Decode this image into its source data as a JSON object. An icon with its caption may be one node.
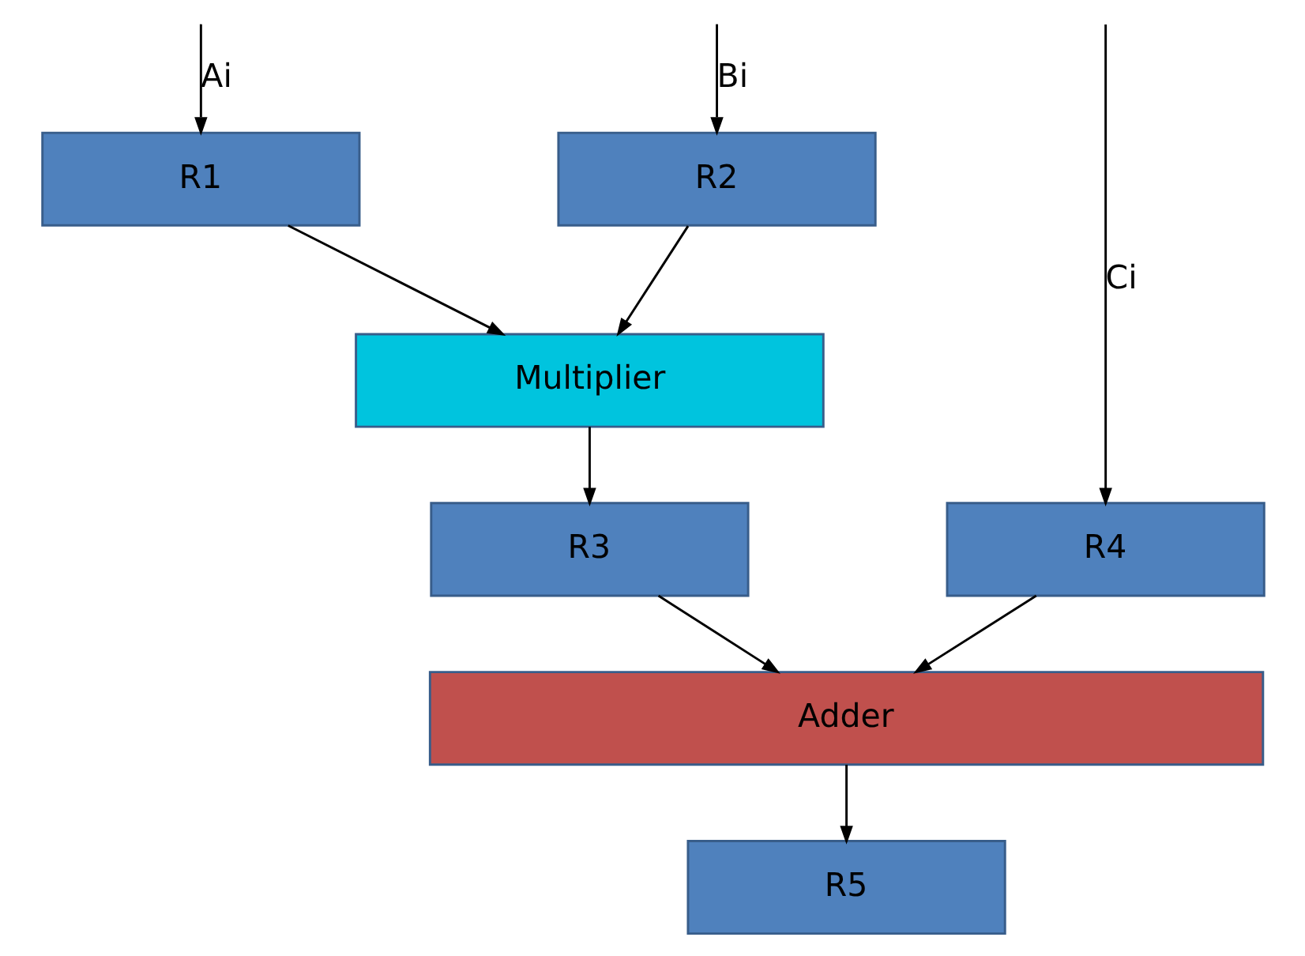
{
  "diagram": {
    "nodes": [
      {
        "text": [
          "R1"
        ]
      },
      {
        "text": [
          "R2"
        ]
      },
      {
        "text": [
          "Multiplier"
        ]
      },
      {
        "text": [
          "R3"
        ]
      },
      {
        "text": [
          "R4"
        ]
      },
      {
        "text": [
          "Adder"
        ]
      },
      {
        "text": [
          "R5"
        ]
      }
    ],
    "edges": [
      {
        "from": null,
        "to": 0,
        "arrow": "to",
        "label": "Ai"
      },
      {
        "from": null,
        "to": 1,
        "arrow": "to",
        "label": "Bi"
      },
      {
        "from": null,
        "to": 4,
        "arrow": "to",
        "label": "Ci"
      },
      {
        "from": 0,
        "to": 2,
        "arrow": "to"
      },
      {
        "from": 1,
        "to": 2,
        "arrow": "to"
      },
      {
        "from": 2,
        "to": 3,
        "arrow": "to"
      },
      {
        "from": 3,
        "to": 5,
        "arrow": "to"
      },
      {
        "from": 4,
        "to": 5,
        "arrow": "to"
      },
      {
        "from": 5,
        "to": 6,
        "arrow": "to"
      }
    ]
  }
}
